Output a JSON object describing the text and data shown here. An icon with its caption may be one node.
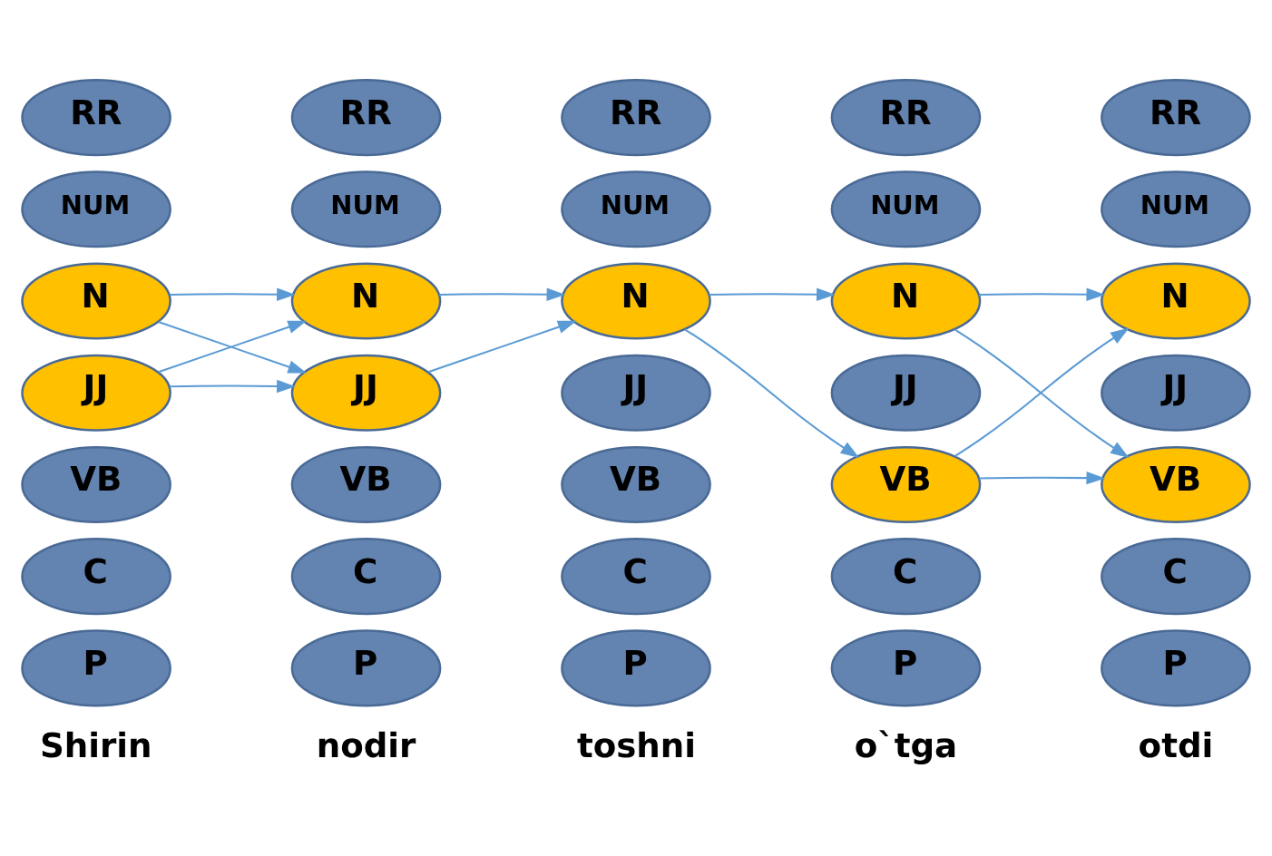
{
  "diagram": {
    "nodes": [
      {
        "text": [
          "RR"
        ]
      },
      {
        "text": [
          "NUM"
        ]
      },
      {
        "text": [
          "N"
        ]
      },
      {
        "text": [
          "JJ"
        ]
      },
      {
        "text": [
          "VB"
        ]
      },
      {
        "text": [
          "C"
        ]
      },
      {
        "text": [
          "P"
        ]
      },
      {
        "text": [
          "RR"
        ]
      },
      {
        "text": [
          "NUM"
        ]
      },
      {
        "text": [
          "N"
        ]
      },
      {
        "text": [
          "JJ"
        ]
      },
      {
        "text": [
          "VB"
        ]
      },
      {
        "text": [
          "C"
        ]
      },
      {
        "text": [
          "P"
        ]
      },
      {
        "text": [
          "RR"
        ]
      },
      {
        "text": [
          "NUM"
        ]
      },
      {
        "text": [
          "N"
        ]
      },
      {
        "text": [
          "JJ"
        ]
      },
      {
        "text": [
          "VB"
        ]
      },
      {
        "text": [
          "C"
        ]
      },
      {
        "text": [
          "P"
        ]
      },
      {
        "text": [
          "RR"
        ]
      },
      {
        "text": [
          "NUM"
        ]
      },
      {
        "text": [
          "N"
        ]
      },
      {
        "text": [
          "JJ"
        ]
      },
      {
        "text": [
          "VB"
        ]
      },
      {
        "text": [
          "C"
        ]
      },
      {
        "text": [
          "P"
        ]
      },
      {
        "text": [
          "RR"
        ]
      },
      {
        "text": [
          "NUM"
        ]
      },
      {
        "text": [
          "N"
        ]
      },
      {
        "text": [
          "JJ"
        ]
      },
      {
        "text": [
          "VB"
        ]
      },
      {
        "text": [
          "C"
        ]
      },
      {
        "text": [
          "P"
        ]
      }
    ],
    "edges": [
      {
        "from": 2,
        "to": 9,
        "arrow": "to"
      },
      {
        "from": 2,
        "to": 10,
        "arrow": "to"
      },
      {
        "from": 3,
        "to": 9,
        "arrow": "to"
      },
      {
        "from": 3,
        "to": 10,
        "arrow": "to"
      },
      {
        "from": 9,
        "to": 16,
        "arrow": "to"
      },
      {
        "from": 10,
        "to": 16,
        "arrow": "to"
      },
      {
        "from": 16,
        "to": 23,
        "arrow": "to"
      },
      {
        "from": 16,
        "to": 25,
        "arrow": "to"
      },
      {
        "from": 23,
        "to": 30,
        "arrow": "to"
      },
      {
        "from": 23,
        "to": 32,
        "arrow": "to"
      },
      {
        "from": 25,
        "to": 30,
        "arrow": "to"
      },
      {
        "from": 25,
        "to": 32,
        "arrow": "to"
      }
    ],
    "labels": [
      "Shirin",
      "nodir",
      "toshni",
      "o`tga",
      "otdi"
    ]
  }
}
